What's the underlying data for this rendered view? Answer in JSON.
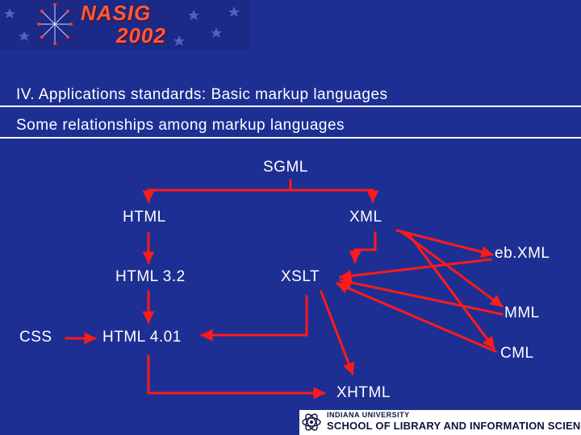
{
  "logo": {
    "name": "NASIG",
    "year": "2002",
    "icon": "fireworks-stars"
  },
  "slide": {
    "title": "IV. Applications standards: Basic markup languages",
    "subtitle": "Some relationships among markup languages"
  },
  "diagram": {
    "nodes": {
      "sgml": "SGML",
      "html": "HTML",
      "xml": "XML",
      "ebxml": "eb.XML",
      "html32": "HTML 3.2",
      "xslt": "XSLT",
      "mml": "MML",
      "css": "CSS",
      "html401": "HTML 4.01",
      "cml": "CML",
      "xhtml": "XHTML"
    },
    "colors": {
      "connector": "#ff1a1a",
      "node_text": "#ffffff",
      "background": "#1e2f93"
    }
  },
  "footer": {
    "line1": "INDIANA UNIVERSITY",
    "line2": "SCHOOL OF LIBRARY AND INFORMATION SCIENCE"
  }
}
